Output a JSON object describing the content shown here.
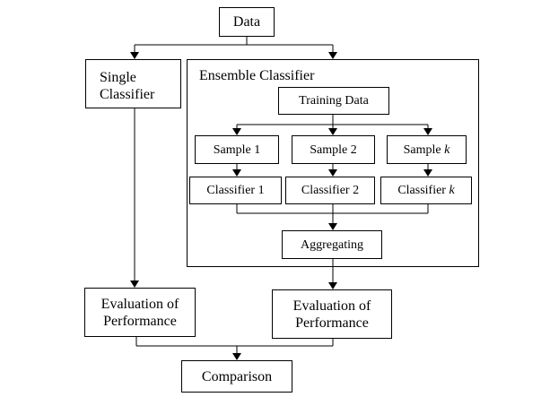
{
  "data": "Data",
  "single_classifier": [
    "Single",
    "Classifier"
  ],
  "ensemble": {
    "title": "Ensemble Classifier",
    "training_data": "Training Data",
    "samples": [
      {
        "text": "Sample 1",
        "k": ""
      },
      {
        "text": "Sample 2",
        "k": ""
      },
      {
        "text": "Sample ",
        "k": "k"
      }
    ],
    "classifiers": [
      {
        "text": "Classifier 1",
        "k": ""
      },
      {
        "text": "Classifier 2",
        "k": ""
      },
      {
        "text": "Classifier ",
        "k": "k"
      }
    ],
    "aggregating": "Aggregating"
  },
  "evaluation_left": [
    "Evaluation of",
    "Performance"
  ],
  "evaluation_right": [
    "Evaluation of",
    "Performance"
  ],
  "comparison": "Comparison"
}
